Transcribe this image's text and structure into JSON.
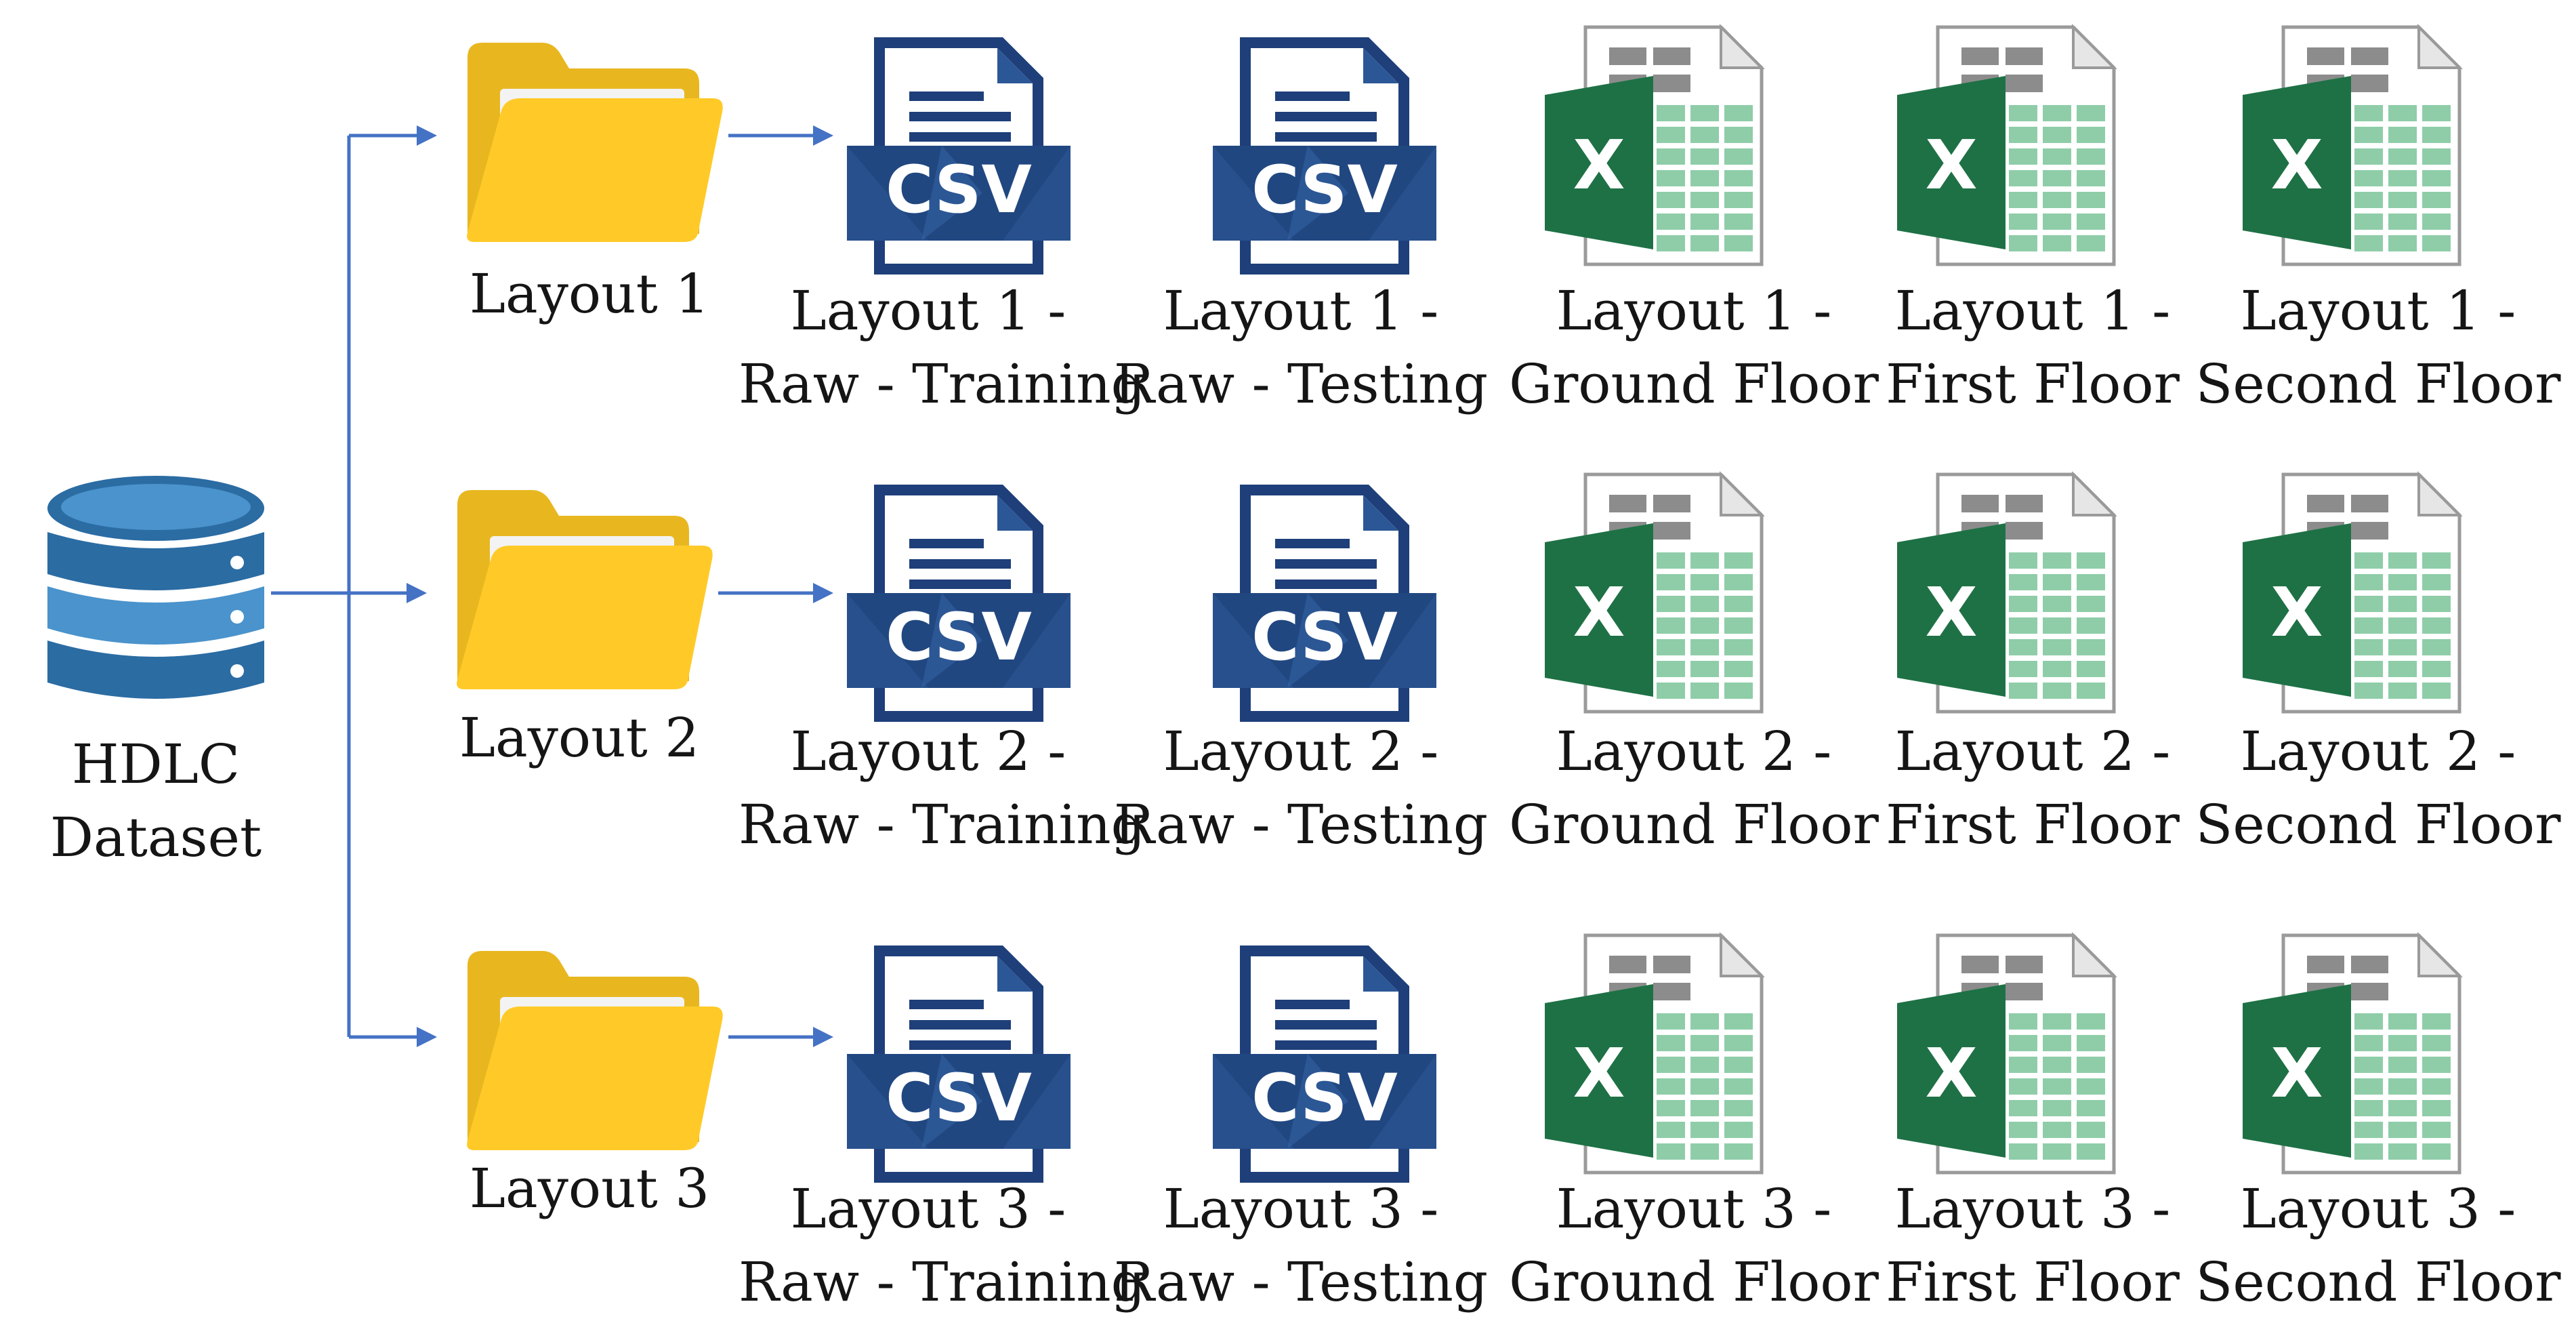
{
  "root": {
    "label_lines": [
      "HDLC",
      "Dataset"
    ],
    "icon": "database-icon"
  },
  "colors": {
    "folder_front": "#FFCA28",
    "folder_back": "#E8B720",
    "folder_paper": "#F3F3F3",
    "csv_dark": "#1E3F7A",
    "csv_mid": "#2C5796",
    "csv_band": "#214781",
    "excel_green": "#1E7145",
    "excel_cell": "#8ECDA8",
    "excel_gray": "#8C8C8C",
    "db_blue": "#2B6CA3",
    "db_light": "#4A93CC",
    "arrow": "#4472C4"
  },
  "csv_badge_text": "CSV",
  "excel_badge_text": "X",
  "layouts": [
    {
      "folder": {
        "label": "Layout 1",
        "icon": "folder-icon"
      },
      "files": [
        {
          "type": "csv",
          "icon": "csv-file-icon",
          "lines": [
            "Layout 1 -",
            "Raw - Training"
          ]
        },
        {
          "type": "csv",
          "icon": "csv-file-icon",
          "lines": [
            "Layout 1 -",
            "Raw - Testing"
          ]
        },
        {
          "type": "excel",
          "icon": "excel-file-icon",
          "lines": [
            "Layout 1 -",
            "Ground Floor"
          ]
        },
        {
          "type": "excel",
          "icon": "excel-file-icon",
          "lines": [
            "Layout 1 -",
            "First Floor"
          ]
        },
        {
          "type": "excel",
          "icon": "excel-file-icon",
          "lines": [
            "Layout 1 -",
            "Second Floor"
          ]
        }
      ]
    },
    {
      "folder": {
        "label": "Layout 2",
        "icon": "folder-icon"
      },
      "files": [
        {
          "type": "csv",
          "icon": "csv-file-icon",
          "lines": [
            "Layout 2 -",
            "Raw - Training"
          ]
        },
        {
          "type": "csv",
          "icon": "csv-file-icon",
          "lines": [
            "Layout 2 -",
            "Raw - Testing"
          ]
        },
        {
          "type": "excel",
          "icon": "excel-file-icon",
          "lines": [
            "Layout 2 -",
            "Ground Floor"
          ]
        },
        {
          "type": "excel",
          "icon": "excel-file-icon",
          "lines": [
            "Layout 2 -",
            "First Floor"
          ]
        },
        {
          "type": "excel",
          "icon": "excel-file-icon",
          "lines": [
            "Layout 2 -",
            "Second Floor"
          ]
        }
      ]
    },
    {
      "folder": {
        "label": "Layout 3",
        "icon": "folder-icon"
      },
      "files": [
        {
          "type": "csv",
          "icon": "csv-file-icon",
          "lines": [
            "Layout 3 -",
            "Raw - Training"
          ]
        },
        {
          "type": "csv",
          "icon": "csv-file-icon",
          "lines": [
            "Layout 3 -",
            "Raw - Testing"
          ]
        },
        {
          "type": "excel",
          "icon": "excel-file-icon",
          "lines": [
            "Layout 3 -",
            "Ground Floor"
          ]
        },
        {
          "type": "excel",
          "icon": "excel-file-icon",
          "lines": [
            "Layout 3 -",
            "First Floor"
          ]
        },
        {
          "type": "excel",
          "icon": "excel-file-icon",
          "lines": [
            "Layout 3 -",
            "Second Floor"
          ]
        }
      ]
    }
  ]
}
